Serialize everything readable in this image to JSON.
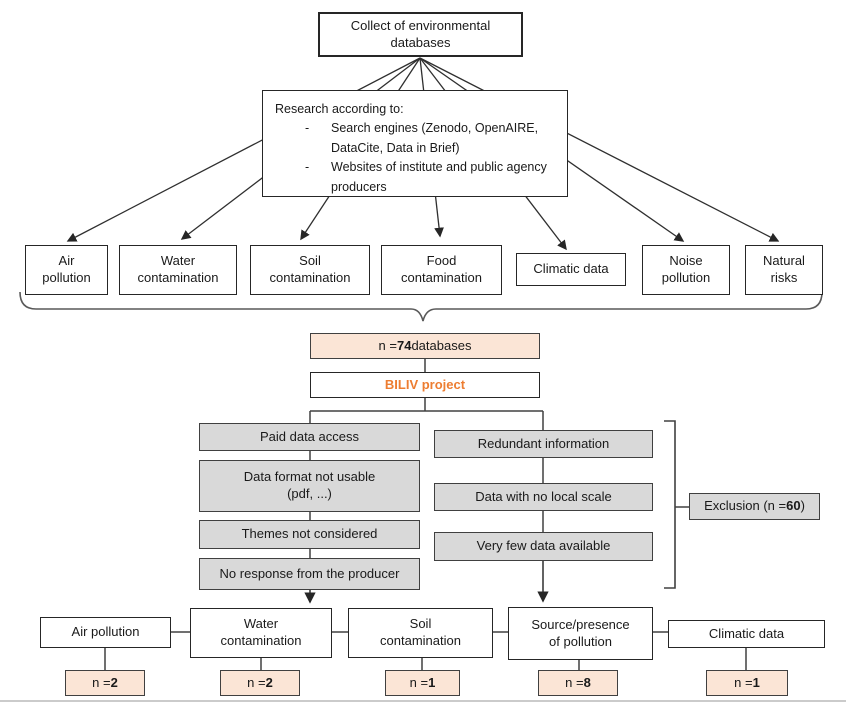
{
  "root_box": {
    "label": "Collect of environmental databases"
  },
  "research_box": {
    "title": "Research according to:",
    "bullet_marker": "-",
    "bullets": [
      "Search engines (Zenodo, OpenAIRE, DataCite, Data in Brief)",
      "Websites of institute and public agency producers"
    ]
  },
  "categories": [
    {
      "label": "Air pollution"
    },
    {
      "label": "Water contamination"
    },
    {
      "label": "Soil contamination"
    },
    {
      "label": "Food contamination"
    },
    {
      "label": "Climatic data"
    },
    {
      "label": "Noise pollution"
    },
    {
      "label": "Natural risks"
    }
  ],
  "count_box": {
    "prefix": "n = ",
    "value": "74",
    "suffix": " databases"
  },
  "project_box": {
    "label": "BILIV project"
  },
  "exclusion_reasons_left": [
    "Paid data access",
    "Data format not usable (pdf, ...)",
    "Themes not considered",
    "No response from the producer"
  ],
  "exclusion_reasons_right": [
    "Redundant information",
    "Data with no local scale",
    "Very few data available"
  ],
  "exclusion_box": {
    "prefix": "Exclusion (n = ",
    "value": "60",
    "suffix": ")"
  },
  "final_categories": [
    {
      "label": "Air pollution",
      "count_prefix": "n = ",
      "count_value": "2"
    },
    {
      "label": "Water contamination",
      "count_prefix": "n = ",
      "count_value": "2"
    },
    {
      "label": "Soil contamination",
      "count_prefix": "n = ",
      "count_value": "1"
    },
    {
      "label": "Source/presence of pollution",
      "count_prefix": "n = ",
      "count_value": "8"
    },
    {
      "label": "Climatic data",
      "count_prefix": "n = ",
      "count_value": "1"
    }
  ],
  "colors": {
    "highlight_fill": "#FBE5D6",
    "accent_orange": "#ED7D31",
    "gray_fill": "#D9D9D9",
    "line": "#404040"
  }
}
